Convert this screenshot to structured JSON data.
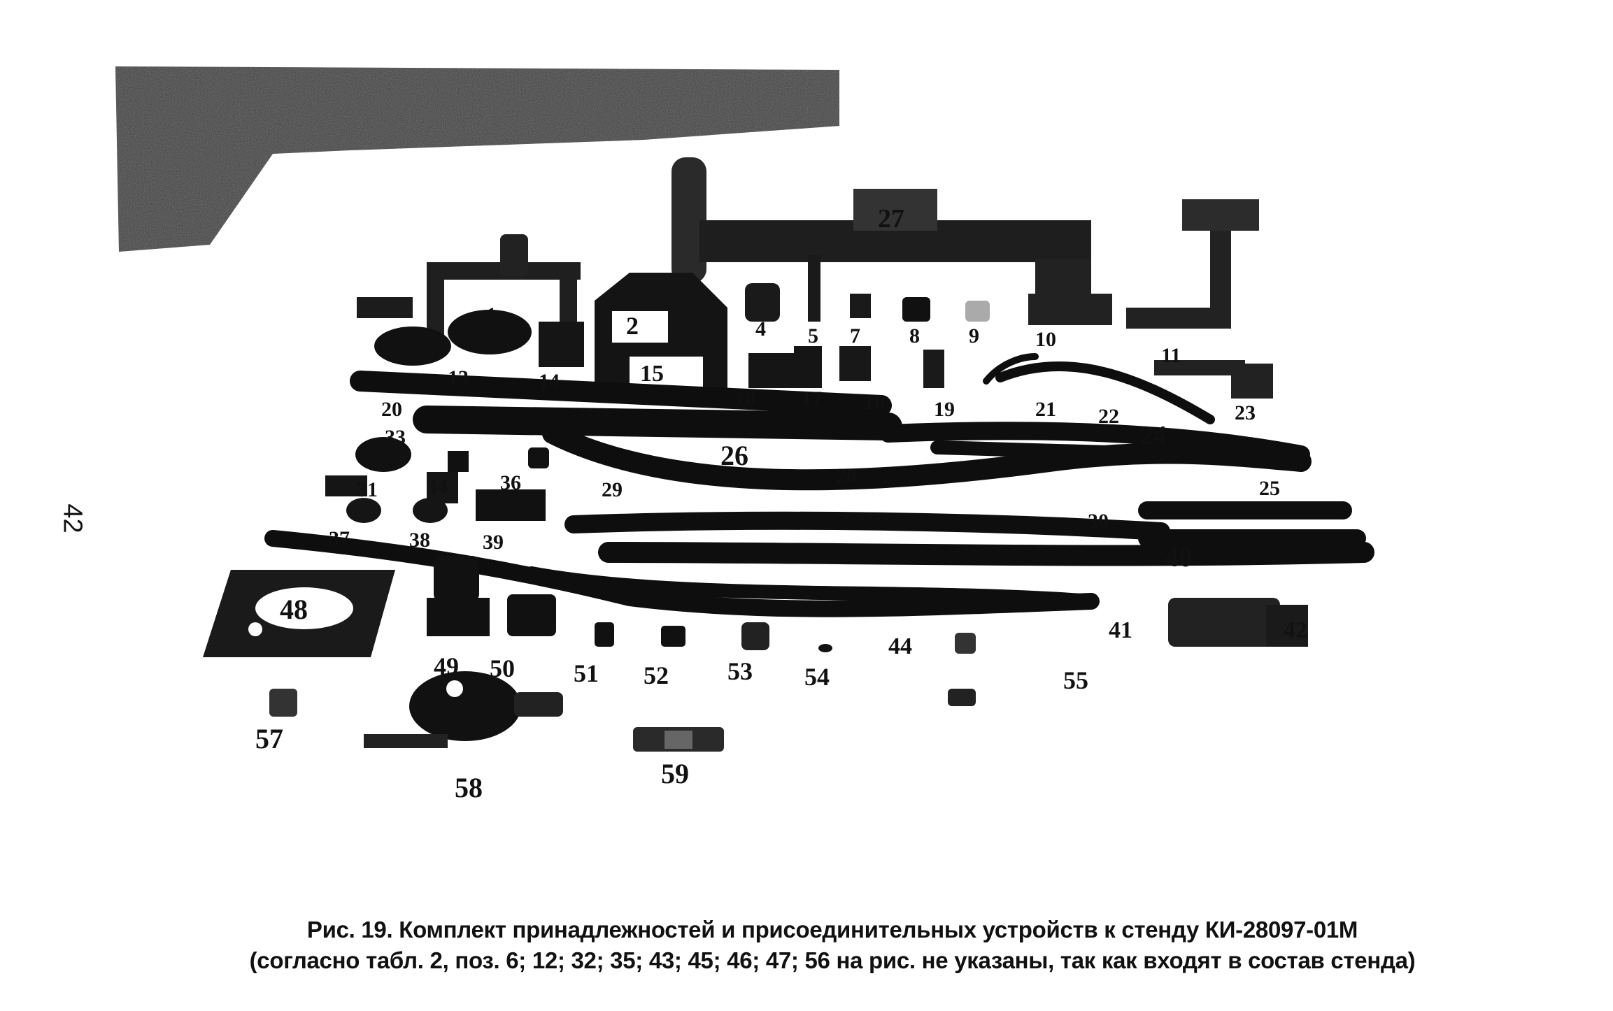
{
  "page": {
    "number": "42"
  },
  "figure": {
    "caption_line1": "Рис. 19.  Комплект принадлежностей и присоединительных устройств  к стенду КИ-28097-01М",
    "caption_line2": "(согласно табл. 2, поз. 6; 12; 32; 35; 43; 45; 46; 47; 56 на рис. не указаны, так как входят в состав стенда)",
    "labels": [
      "1",
      "2",
      "4",
      "5",
      "7",
      "8",
      "9",
      "10",
      "11",
      "13",
      "14",
      "15",
      "16",
      "17",
      "18",
      "19",
      "20",
      "21",
      "22",
      "23",
      "24",
      "25",
      "26",
      "27",
      "28",
      "29",
      "30",
      "31",
      "33",
      "34",
      "36",
      "37",
      "38",
      "39",
      "40",
      "41",
      "42",
      "44",
      "48",
      "49",
      "50",
      "51",
      "52",
      "53",
      "54",
      "55",
      "57",
      "58",
      "59"
    ]
  }
}
